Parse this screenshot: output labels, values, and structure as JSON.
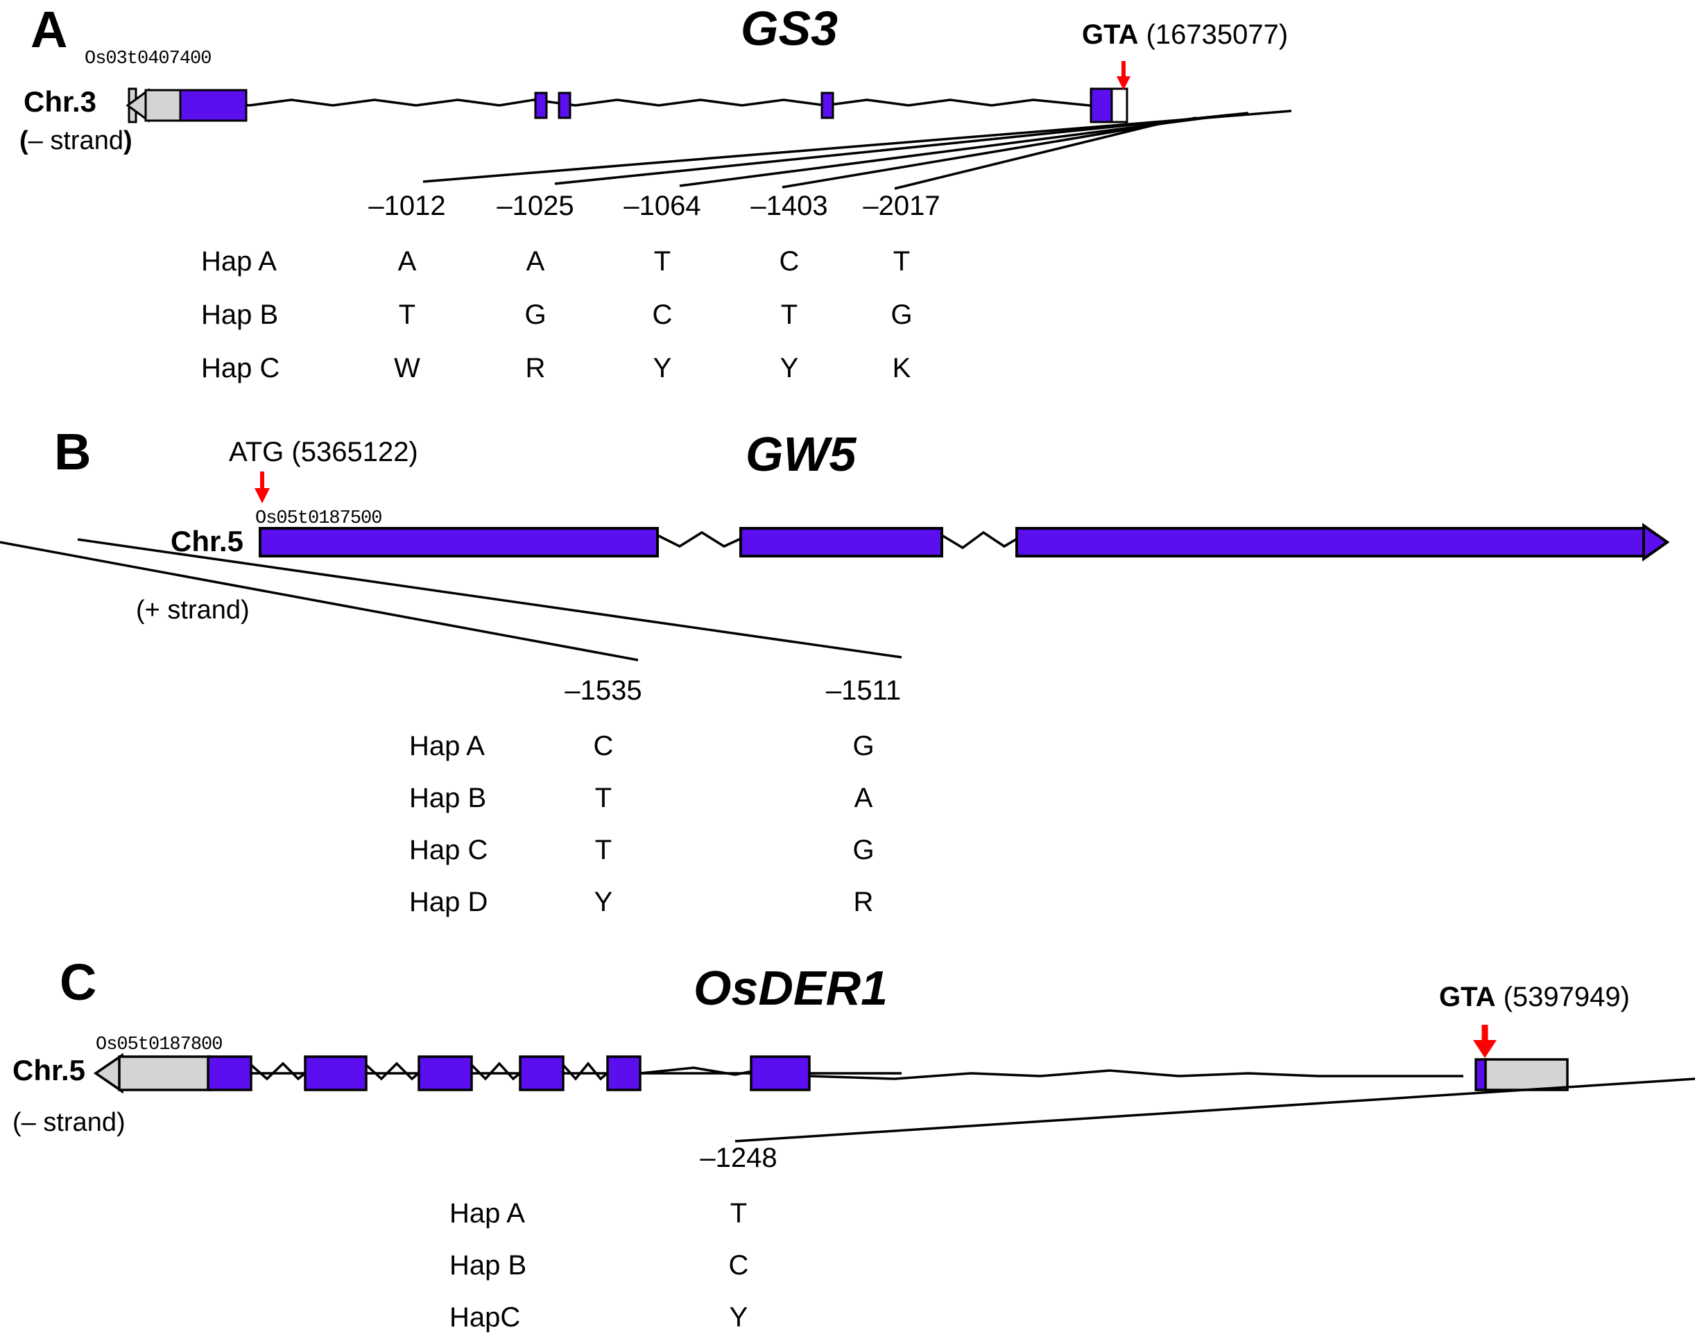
{
  "figure": {
    "panels": [
      {
        "letter": "A",
        "gene_title": "GS3",
        "chromosome": "Chr.3",
        "strand": "(– strand)",
        "gene_id": "Os03t0407400",
        "marker": {
          "codon": "GTA",
          "coordinate": "(16735077)"
        },
        "positions": [
          "–1012",
          "–1025",
          "–1064",
          "–1403",
          "–2017"
        ],
        "haplotypes": [
          {
            "name": "Hap A",
            "alleles": [
              "A",
              "A",
              "T",
              "C",
              "T"
            ]
          },
          {
            "name": "Hap B",
            "alleles": [
              "T",
              "G",
              "C",
              "T",
              "G"
            ]
          },
          {
            "name": "Hap C",
            "alleles": [
              "W",
              "R",
              "Y",
              "Y",
              "K"
            ]
          }
        ]
      },
      {
        "letter": "B",
        "gene_title": "GW5",
        "chromosome": "Chr.5",
        "strand": "(+ strand)",
        "gene_id": "Os05t0187500",
        "marker": {
          "codon": "ATG",
          "coordinate": "(5365122)"
        },
        "positions": [
          "–1535",
          "–1511"
        ],
        "haplotypes": [
          {
            "name": "Hap A",
            "alleles": [
              "C",
              "G"
            ]
          },
          {
            "name": "Hap B",
            "alleles": [
              "T",
              "A"
            ]
          },
          {
            "name": "Hap C",
            "alleles": [
              "T",
              "G"
            ]
          },
          {
            "name": "Hap D",
            "alleles": [
              "Y",
              "R"
            ]
          }
        ]
      },
      {
        "letter": "C",
        "gene_title": "OsDER1",
        "chromosome": "Chr.5",
        "strand": "(– strand)",
        "gene_id": "Os05t0187800",
        "marker": {
          "codon": "GTA",
          "coordinate": "(5397949)"
        },
        "positions": [
          "–1248"
        ],
        "haplotypes": [
          {
            "name": "Hap A",
            "alleles": [
              "T"
            ]
          },
          {
            "name": "Hap B",
            "alleles": [
              "C"
            ]
          },
          {
            "name": "HapC",
            "alleles": [
              "Y"
            ]
          }
        ]
      }
    ],
    "colors": {
      "exon": "#5B0FEE",
      "utr": "#D4D4D4",
      "outline": "#000000",
      "arrow": "#FF0000",
      "background": "#FFFFFF"
    }
  }
}
